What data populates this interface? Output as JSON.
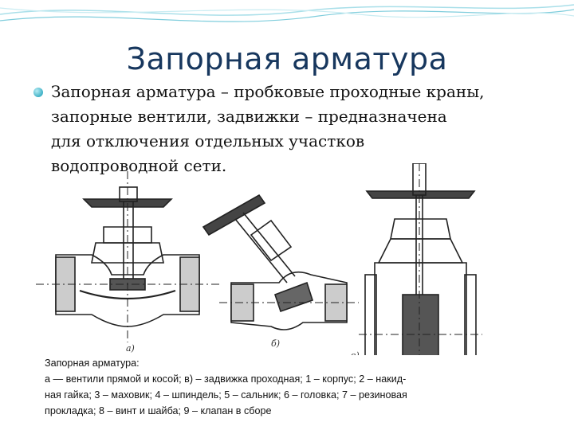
{
  "slide": {
    "title": "Запорная арматура",
    "bullet": {
      "lines": [
        "Запорная арматура – пробковые проходные краны,",
        "запорные  вентили, задвижки –  предназначена",
        "для отключения  отдельных  участков",
        "водопроводной  сети."
      ]
    }
  },
  "figure": {
    "panel_labels": [
      "а)",
      "б)",
      "в)"
    ],
    "caption": {
      "lines": [
        "Запорная арматура:",
        "а — вентили прямой и косой; в) – задвижка проходная; 1 – корпус; 2 – накид-",
        "ная гайка; 3 – маховик; 4 – шпиндель; 5 – сальник; 6 – головка; 7 – резиновая",
        "прокладка; 8 – винт и шайба; 9 – клапан в сборе"
      ]
    }
  },
  "colors": {
    "title": "#17375e",
    "accent": "#3fb1c6",
    "deco": "#6cc4d6"
  }
}
